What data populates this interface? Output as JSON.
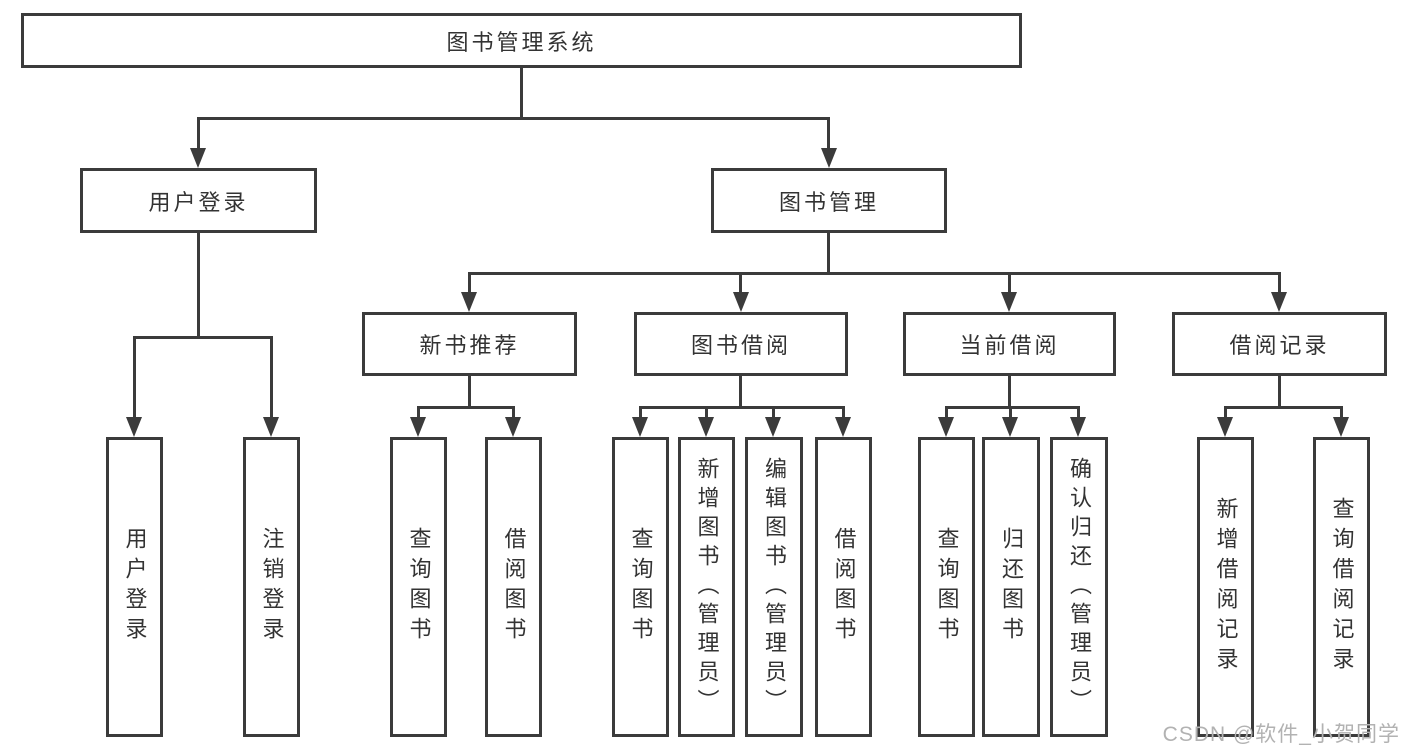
{
  "diagram": {
    "root": {
      "label": "图书管理系统"
    },
    "user_login": {
      "label": "用户登录",
      "leaves": [
        "用户登录",
        "注销登录"
      ]
    },
    "book_management": {
      "label": "图书管理",
      "modules": {
        "new_book_recommend": {
          "label": "新书推荐",
          "leaves": [
            "查询图书",
            "借阅图书"
          ]
        },
        "book_borrow": {
          "label": "图书借阅",
          "leaves": [
            "查询图书",
            "新增图书（管理员）",
            "编辑图书（管理员）",
            "借阅图书"
          ]
        },
        "current_borrow": {
          "label": "当前借阅",
          "leaves": [
            "查询图书",
            "归还图书",
            "确认归还（管理员）"
          ]
        },
        "borrow_records": {
          "label": "借阅记录",
          "leaves": [
            "新增借阅记录",
            "查询借阅记录"
          ]
        }
      }
    }
  },
  "watermark": {
    "text": "CSDN @软件_小贺同学"
  },
  "colors": {
    "line": "#3b3b3b",
    "text": "#333333",
    "watermark": "#b2b2b2",
    "background": "#ffffff"
  }
}
